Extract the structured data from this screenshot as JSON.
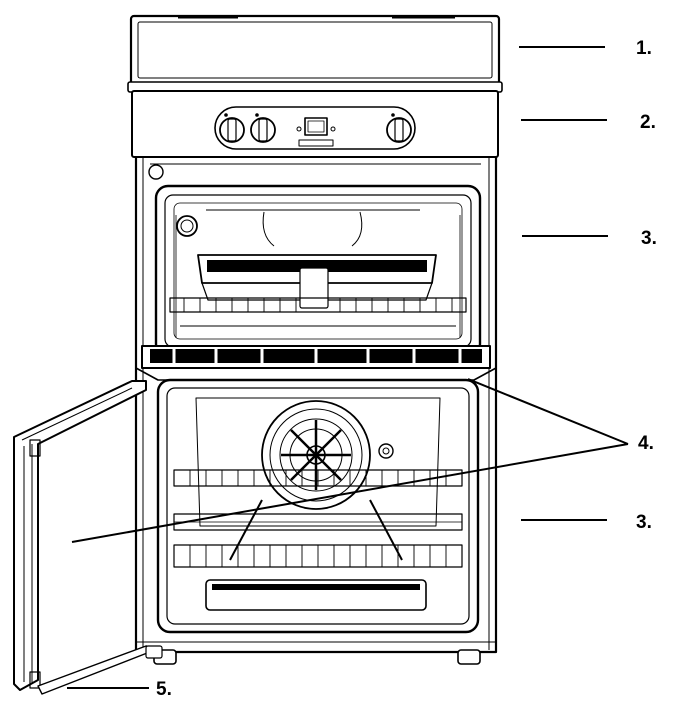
{
  "callouts": {
    "c1": "1.",
    "c2": "2.",
    "c3_top": "3.",
    "c4": "4.",
    "c3_bottom": "3.",
    "c5": "5."
  },
  "icons": [
    "cooker-illustration",
    "control-knob-icon",
    "oven-fan-icon",
    "oven-light-icon"
  ]
}
